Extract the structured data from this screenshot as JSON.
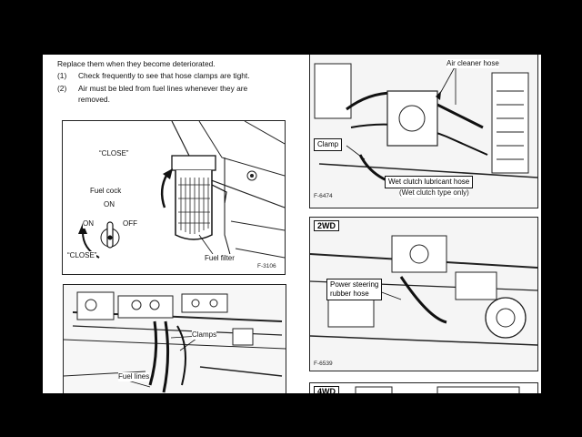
{
  "text": {
    "top_line": "Replace them when they become deteriorated.",
    "item1_num": "(1)",
    "item1": "Check frequently to see that hose clamps are tight.",
    "item2_num": "(2)",
    "item2a": "Air must be bled from fuel lines whenever they are",
    "item2b": "removed."
  },
  "figure1": {
    "close_top": "“CLOSE”",
    "fuel_cock": "Fuel cock",
    "on_top": "ON",
    "on_left": "ON",
    "off": "OFF",
    "close_bottom": "“CLOSE”",
    "fuel_filter": "Fuel filter",
    "fig_id": "F-3106"
  },
  "figure2": {
    "clamps": "Clamps",
    "fuel_lines": "Fuel lines"
  },
  "figure3": {
    "air_cleaner_hose": "Air cleaner hose",
    "clamp": "Clamp",
    "wet_clutch_hose": "Wet clutch lubricant hose",
    "wet_clutch_type": "(Wet clutch type only)",
    "fig_id": "F-6474"
  },
  "figure4": {
    "mode": "2WD",
    "power_steering_1": "Power steering",
    "power_steering_2": "rubber hose",
    "fig_id": "F-6539"
  },
  "figure5": {
    "mode": "4WD"
  }
}
